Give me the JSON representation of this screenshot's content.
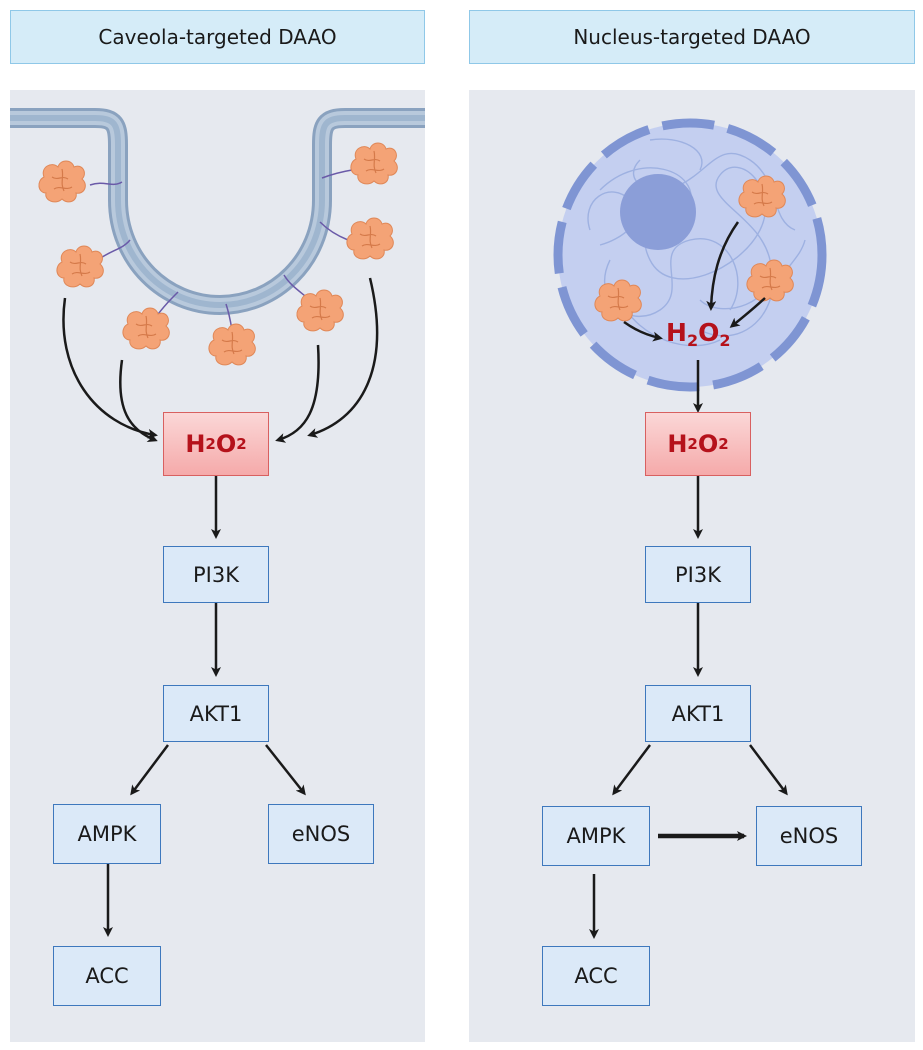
{
  "left_panel": {
    "title": "Caveola-targeted DAAO",
    "h2o2": {
      "base": "H",
      "sub1": "2",
      "mid": "O",
      "sub2": "2"
    },
    "pi3k": "PI3K",
    "akt1": "AKT1",
    "ampk": "AMPK",
    "enos": "eNOS",
    "acc": "ACC"
  },
  "right_panel": {
    "title": "Nucleus-targeted DAAO",
    "nucleus_h2o2": {
      "base": "H",
      "sub1": "2",
      "mid": "O",
      "sub2": "2"
    },
    "h2o2": {
      "base": "H",
      "sub1": "2",
      "mid": "O",
      "sub2": "2"
    },
    "pi3k": "PI3K",
    "akt1": "AKT1",
    "ampk": "AMPK",
    "enos": "eNOS",
    "acc": "ACC"
  },
  "colors": {
    "panel_background": "#e6e9ef",
    "title_fill": "#d5ecf8",
    "node_fill": "#dbe9f8",
    "node_border": "#3e78bd",
    "h2o2_fill": "#f5aaaa",
    "h2o2_text": "#b5121b",
    "enzyme": "#f4a376",
    "membrane": "#9fb6cf",
    "nucleus": "#b8c6ea"
  },
  "icons": [
    "daao-enzyme-icon",
    "caveola-membrane",
    "nucleus-icon",
    "chromatin-icon",
    "nucleolus-icon"
  ]
}
